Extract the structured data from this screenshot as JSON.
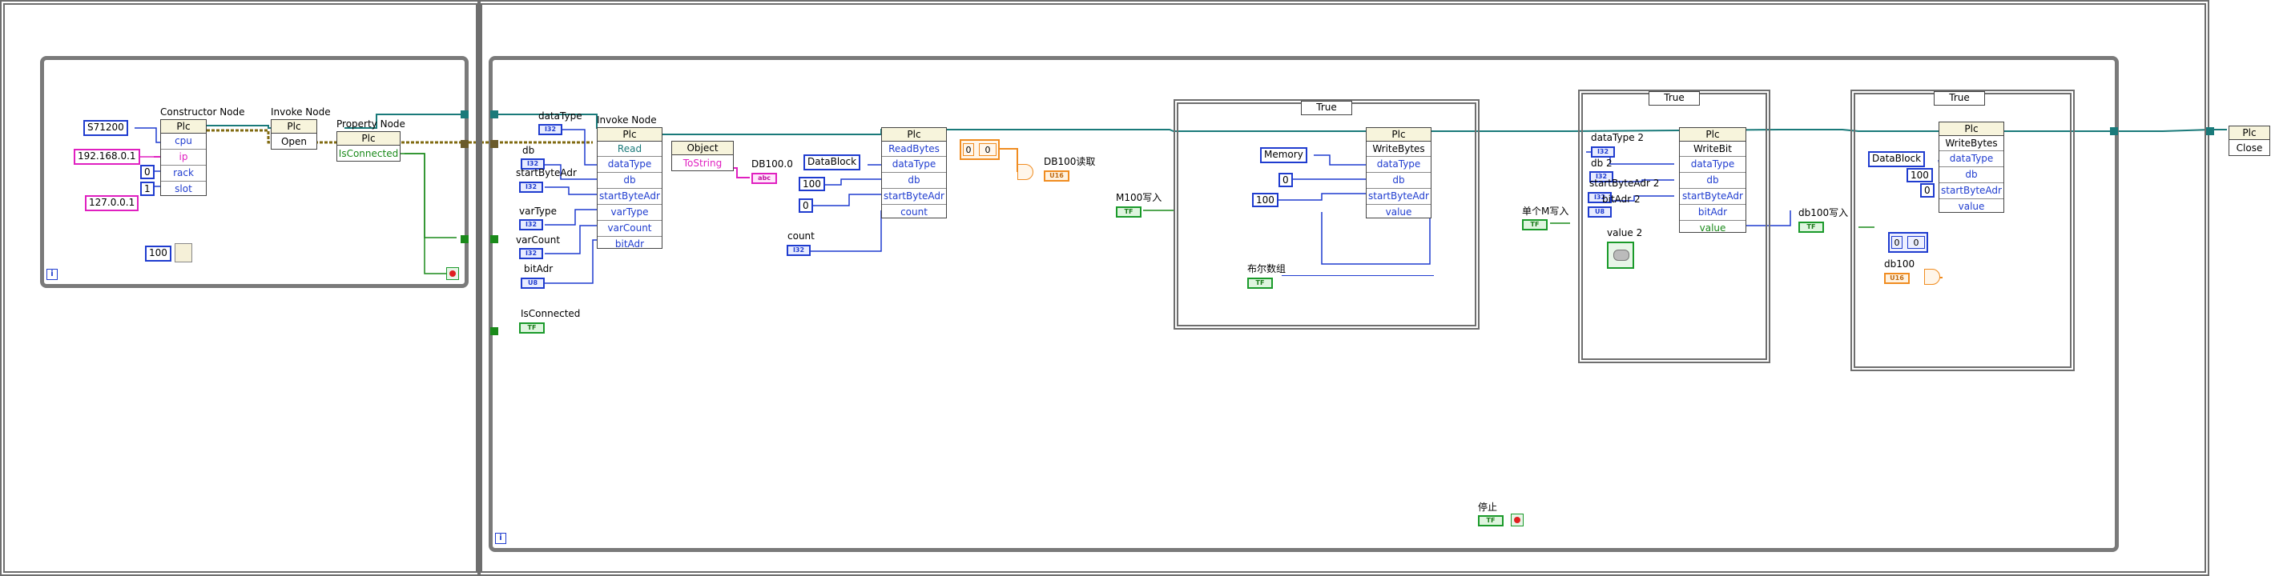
{
  "left_loop": {
    "cpu_value": "S71200",
    "ip_value": "192.168.0.1",
    "ip2_value": "127.0.0.1",
    "rack_value": "0",
    "slot_value": "1",
    "wait_value": "100",
    "constructor_node": {
      "label": "Constructor Node",
      "class": "Plc",
      "terminals": [
        "cpu",
        "ip",
        "rack",
        "slot"
      ]
    },
    "invoke_node_open": {
      "label": "Invoke Node",
      "class": "Plc",
      "method": "Open"
    },
    "property_node": {
      "label": "Property Node",
      "class": "Plc",
      "property": "IsConnected"
    },
    "iter_label": "i"
  },
  "right_loop": {
    "iter_label": "i",
    "datatype_label": "dataType",
    "db_label": "db",
    "startbyteadr_label": "startByteAdr",
    "vartype_label": "varType",
    "varcount_label": "varCount",
    "bitadr_label": "bitAdr",
    "isconnected_label": "IsConnected",
    "invoke_read": {
      "label": "Invoke Node",
      "class": "Plc",
      "method": "Read",
      "terminals": [
        "dataType",
        "db",
        "startByteAdr",
        "varType",
        "varCount",
        "bitAdr"
      ]
    },
    "to_object": {
      "class": "Object",
      "method": "ToString"
    },
    "db100_0_label": "DB100.0",
    "readbytes_node": {
      "class": "Plc",
      "method": "ReadBytes",
      "terminals": [
        "dataType",
        "db",
        "startByteAdr",
        "count"
      ]
    },
    "datablock_value": "DataBlock",
    "db_const_value": "100",
    "start_const_value": "0",
    "count_label": "count",
    "array_index_value": "0",
    "array_value": "0",
    "db100_read_label": "DB100读取",
    "m100_write_label": "M100写入",
    "case1": {
      "selector": "True",
      "memory_value": "Memory",
      "db_value": "0",
      "start_value": "100",
      "bool_array_label": "布尔数组",
      "writebytes": {
        "class": "Plc",
        "method": "WriteBytes",
        "terminals": [
          "dataType",
          "db",
          "startByteAdr",
          "value"
        ]
      }
    },
    "single_m_write_label": "单个M写入",
    "case2": {
      "selector": "True",
      "datatype2_label": "dataType 2",
      "db2_label": "db 2",
      "startbyteadr2_label": "startByteAdr 2",
      "bitadr2_label": "bitAdr 2",
      "value2_label": "value 2",
      "writebit": {
        "class": "Plc",
        "method": "WriteBit",
        "terminals": [
          "dataType",
          "db",
          "startByteAdr",
          "bitAdr",
          "value"
        ]
      }
    },
    "db100_write_label": "db100写入",
    "case3": {
      "selector": "True",
      "datablock_value": "DataBlock",
      "db_value": "100",
      "start_value": "0",
      "array_index": "0",
      "array_value": "0",
      "db100_label": "db100",
      "writebytes": {
        "class": "Plc",
        "method": "WriteBytes",
        "terminals": [
          "dataType",
          "db",
          "startByteAdr",
          "value"
        ]
      }
    },
    "stop_label": "停止"
  },
  "close_node": {
    "class": "Plc",
    "method": "Close"
  },
  "term_types": {
    "i32": "I32",
    "tf": "TF",
    "abc": "abc",
    "u8": "U8",
    "u16": "U16"
  }
}
